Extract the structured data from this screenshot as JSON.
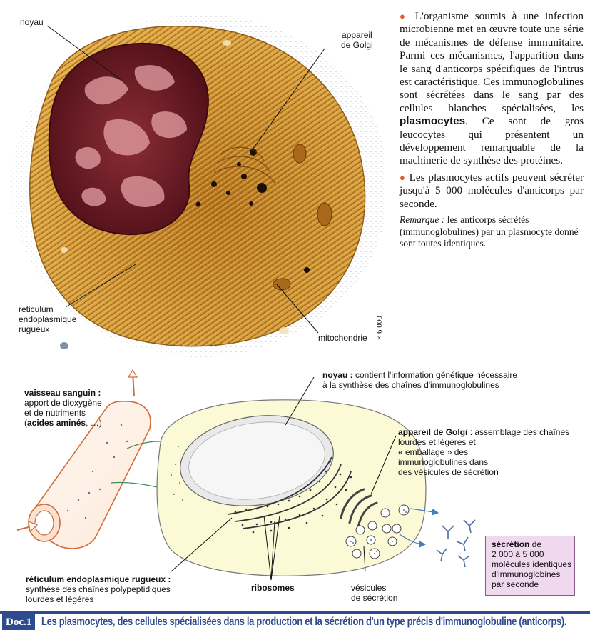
{
  "micrograph": {
    "labels": {
      "noyau": "noyau",
      "golgi": "appareil\nde Golgi",
      "reticulum": "reticulum\nendoplasmique\nrugueux",
      "mitochondrie": "mitochondrie"
    },
    "scale": "× 6 000"
  },
  "text_panel": {
    "paragraph1_part1": "L'organisme soumis à une infection microbienne met en œuvre toute une série de mécanismes de défense immunitaire. Parmi ces mécanismes, l'apparition dans le sang d'anticorps spécifiques de l'intrus est caractéristique. Ces immunoglobulines sont sécrétées dans le sang par des cellules blanches spécialisées, les ",
    "paragraph1_bold": "plasmocytes",
    "paragraph1_part2": ". Ce sont de gros leucocytes qui présentent un développement remarquable de la machinerie de synthèse des protéines.",
    "paragraph2": "Les plasmocytes actifs peuvent sécréter jusqu'à 5 000 molécules d'anticorps par seconde.",
    "remark_label": "Remarque :",
    "remark_text": " les anticorps sécrétés (immunoglobulines) par un plasmocyte donné sont toutes identiques."
  },
  "diagram": {
    "vaisseau_title": "vaisseau sanguin :",
    "vaisseau_text": "apport de dioxygène\net de nutriments\n(",
    "vaisseau_bold": "acides aminés",
    "vaisseau_tail": ", …)",
    "noyau_title": "noyau :",
    "noyau_text": " contient l'information génétique nécessaire\nà la synthèse des chaînes d'immunoglobulines",
    "golgi_title": "appareil de Golgi",
    "golgi_text": " : assemblage des chaînes\nlourdes et légères et\n« emballage » des\nimmunoglobulines dans\ndes vésicules de sécrétion",
    "reticulum_title": "réticulum endoplasmique rugueux :",
    "reticulum_text": "synthèse des chaînes polypeptidiques\nlourdes et légères",
    "ribosomes": "ribosomes",
    "vesicules": "vésicules\nde sécrétion",
    "secretion_title": "sécrétion",
    "secretion_text": " de\n2 000 à 5 000\nmolécules identiques\nd'immunoglobines\npar seconde"
  },
  "caption": {
    "badge": "Doc.1",
    "text": "Les plasmocytes, des cellules spécialisées dans la production et la sécrétion d'un type précis d'immunoglobuline (anticorps)."
  },
  "colors": {
    "caption_blue": "#2f4a8e",
    "cell_fill": "#fbf9d6",
    "secretion_box": "#f0d8ef",
    "micrograph_cytoplasm": "#c98a2a",
    "nucleus": "#6b1a22"
  }
}
